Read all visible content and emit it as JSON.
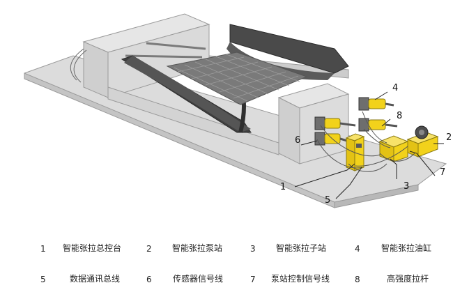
{
  "callouts": [
    {
      "num": "1"
    },
    {
      "num": "2"
    },
    {
      "num": "3"
    },
    {
      "num": "4"
    },
    {
      "num": "5"
    },
    {
      "num": "6"
    },
    {
      "num": "7"
    },
    {
      "num": "8"
    }
  ],
  "legend": [
    {
      "num": "1",
      "label": "智能张拉总控台"
    },
    {
      "num": "2",
      "label": "智能张拉泵站"
    },
    {
      "num": "3",
      "label": "智能张拉子站"
    },
    {
      "num": "4",
      "label": "智能张拉油缸"
    },
    {
      "num": "5",
      "label": "数据通讯总线"
    },
    {
      "num": "6",
      "label": "传感器信号线"
    },
    {
      "num": "7",
      "label": "泵站控制信号线"
    },
    {
      "num": "8",
      "label": "高强度拉杆"
    }
  ],
  "colors": {
    "concrete": "#d9d9d9",
    "concrete_dark": "#bdbdbd",
    "beam": "#4a4a4a",
    "equipment": "#f2d21b",
    "mesh": "#6f6f6f"
  }
}
